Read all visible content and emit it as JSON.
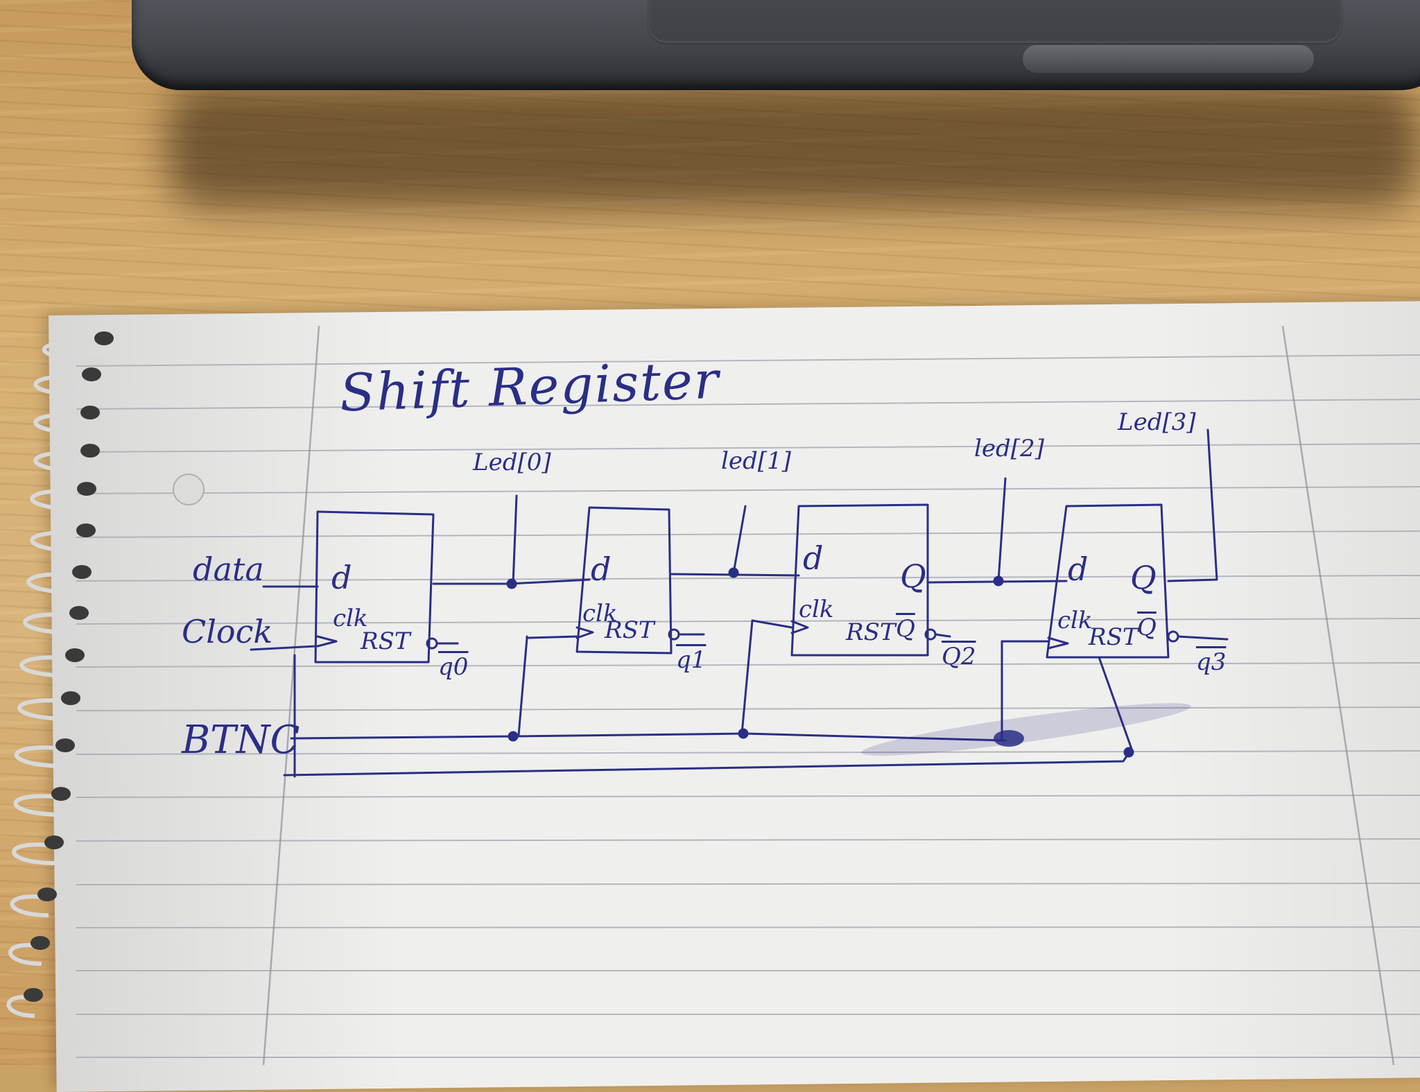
{
  "title": "Shift Register",
  "inputs": {
    "data": "data",
    "clock": "Clock",
    "reset": "BTNC"
  },
  "outputs": {
    "led0": "Led[0]",
    "led1": "led[1]",
    "led2": "led[2]",
    "led3": "Led[3]",
    "qb0": "q0",
    "qb1": "q1",
    "qb2": "Q2",
    "qb3": "q3"
  },
  "flipflops": [
    {
      "d": "d",
      "clk": "clk",
      "rst": "RST",
      "q": "",
      "qbar": ""
    },
    {
      "d": "d",
      "clk": "clk",
      "rst": "RST",
      "q": "",
      "qbar": ""
    },
    {
      "d": "d",
      "clk": "clk",
      "rst": "RST",
      "q": "Q",
      "qbar": "Q"
    },
    {
      "d": "d",
      "clk": "clk",
      "rst": "RST",
      "q": "Q",
      "qbar": "Q"
    }
  ],
  "colors": {
    "ink": "#2a2e86",
    "paper": "#efefed",
    "rule": "#a7a9b3",
    "wood": "#d6ae72"
  }
}
